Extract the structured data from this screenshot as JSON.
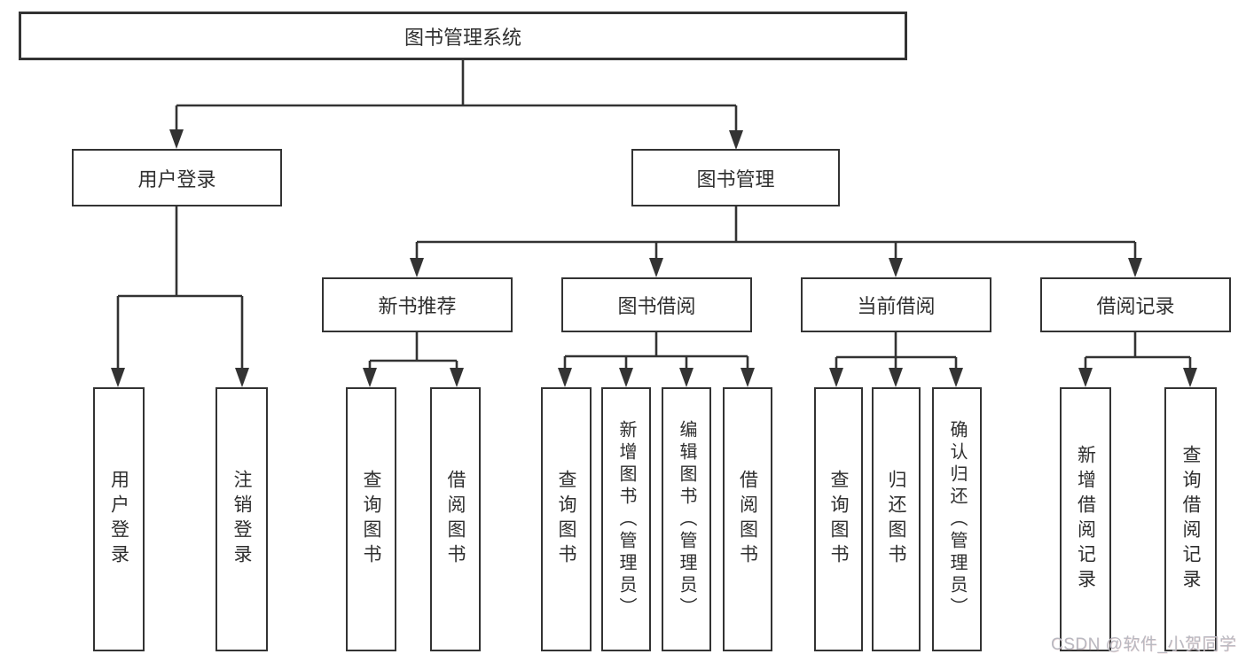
{
  "diagram": {
    "title": "图书管理系统",
    "tree": {
      "label": "图书管理系统",
      "children": [
        {
          "label": "用户登录",
          "children": [
            {
              "label": "用户登录"
            },
            {
              "label": "注销登录"
            }
          ]
        },
        {
          "label": "图书管理",
          "children": [
            {
              "label": "新书推荐",
              "children": [
                {
                  "label": "查询图书"
                },
                {
                  "label": "借阅图书"
                }
              ]
            },
            {
              "label": "图书借阅",
              "children": [
                {
                  "label": "查询图书"
                },
                {
                  "label": "新增图书（管理员）"
                },
                {
                  "label": "编辑图书（管理员）"
                },
                {
                  "label": "借阅图书"
                }
              ]
            },
            {
              "label": "当前借阅",
              "children": [
                {
                  "label": "查询图书"
                },
                {
                  "label": "归还图书"
                },
                {
                  "label": "确认归还（管理员）"
                }
              ]
            },
            {
              "label": "借阅记录",
              "children": [
                {
                  "label": "新增借阅记录"
                },
                {
                  "label": "查询借阅记录"
                }
              ]
            }
          ]
        }
      ]
    },
    "colors": {
      "line": "#333333",
      "box_border": "#333333",
      "text": "#2f2f2f",
      "background": "#ffffff",
      "watermark": "#b9b9c1"
    }
  },
  "watermark": {
    "text": "CSDN @软件_小贺同学"
  }
}
